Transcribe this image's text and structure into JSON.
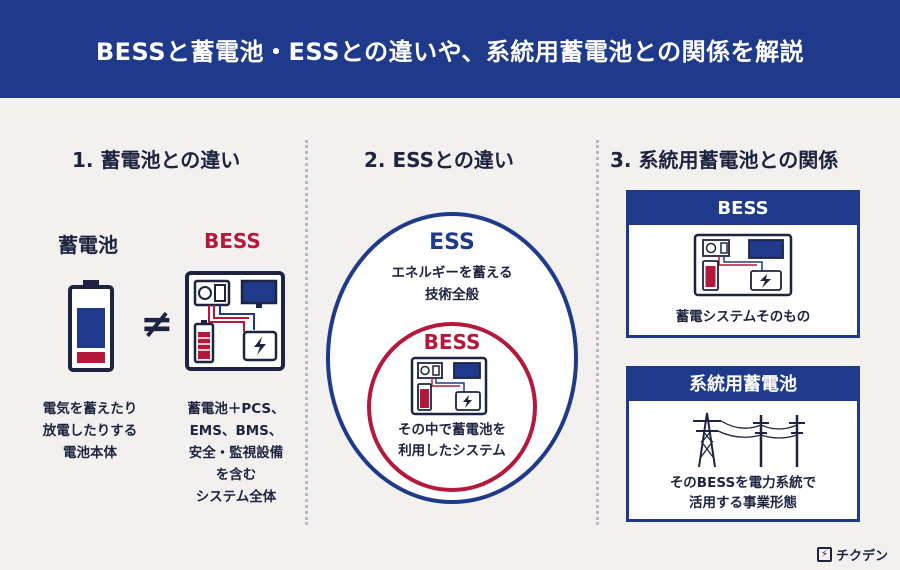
{
  "header": {
    "title": "BESSと蓄電池・ESSとの違いや、系統用蓄電池との関係を解説"
  },
  "section1": {
    "title": "1. 蓄電池との違い",
    "battery_label": "蓄電池",
    "bess_label": "BESS",
    "not_equal": "≠",
    "battery_desc": [
      "電気を蓄えたり",
      "放電したりする",
      "電池本体"
    ],
    "bess_desc": [
      "蓄電池＋PCS、",
      "EMS、BMS、",
      "安全・監視設備",
      "を含む",
      "システム全体"
    ]
  },
  "section2": {
    "title": "2. ESSとの違い",
    "ess_label": "ESS",
    "ess_desc": [
      "エネルギーを蓄える",
      "技術全般"
    ],
    "bess_label": "BESS",
    "bess_desc": [
      "その中で蓄電池を",
      "利用したシステム"
    ]
  },
  "section3": {
    "title": "3. 系統用蓄電池との関係",
    "box1": {
      "title": "BESS",
      "caption": "蓄電システムそのもの"
    },
    "box2": {
      "title": "系統用蓄電池",
      "caption": [
        "そのBESSを電力系統で",
        "活用する事業形態"
      ]
    }
  },
  "logo": {
    "text": "チクデン",
    "icon": "lightning-icon"
  },
  "colors": {
    "navy": "#1f3a8a",
    "red": "#b5183a",
    "background": "#f2f1ef"
  }
}
